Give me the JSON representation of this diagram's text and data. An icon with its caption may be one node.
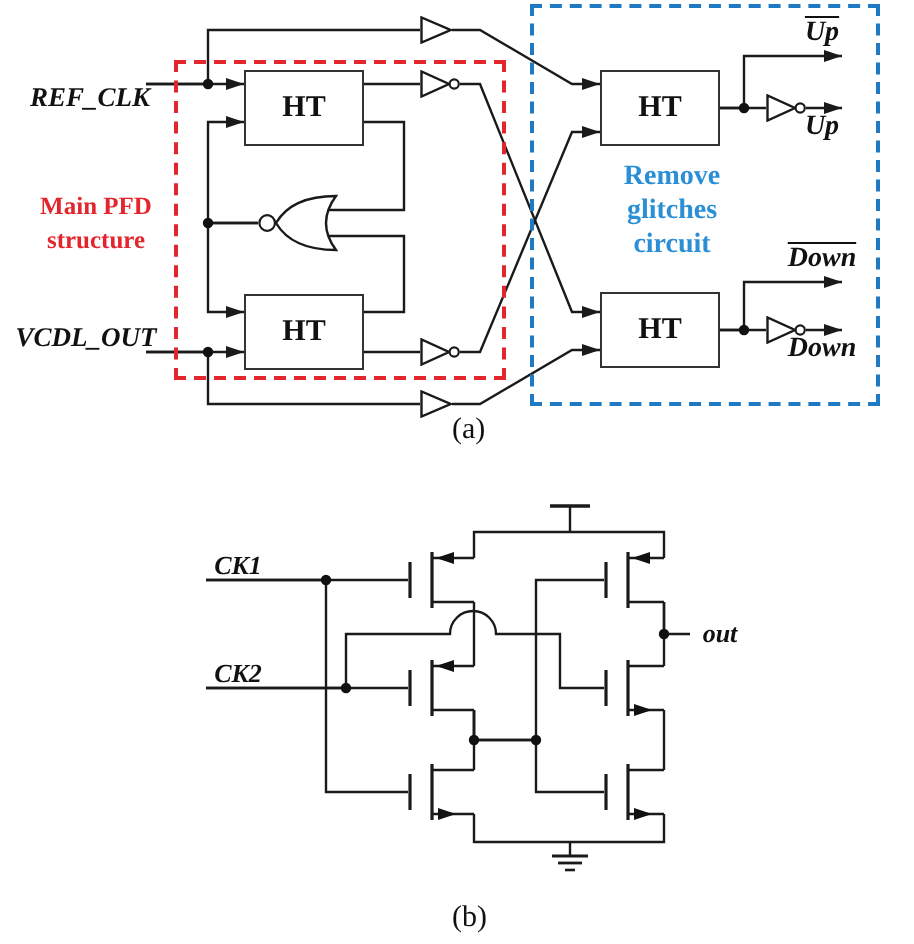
{
  "diagram": {
    "nodes": [
      {
        "text": [
          "REF_CLK"
        ]
      },
      {
        "text": [
          "VCDL_OUT"
        ]
      },
      {
        "text": [
          "Main PFD structure"
        ]
      },
      {
        "text": [
          "HT"
        ],
        "in": 2
      },
      {
        "text": [],
        "shape": "gate",
        "in": 2
      },
      {
        "text": [
          "HT"
        ],
        "in": 2
      },
      {
        "text": [],
        "shape": "triangle"
      },
      {
        "text": [],
        "shape": "triangle",
        "in": 2
      },
      {
        "text": [],
        "shape": "triangle",
        "in": 2
      },
      {
        "text": [],
        "shape": "triangle"
      },
      {
        "text": [
          "Remove glitches circuit"
        ]
      },
      {
        "text": [
          "HT"
        ],
        "in": 10
      },
      {
        "text": [
          "HT"
        ],
        "in": 10
      },
      {
        "text": [],
        "shape": "triangle",
        "in": 10
      },
      {
        "text": [],
        "shape": "triangle",
        "in": 10
      },
      {
        "text": [
          "Up"
        ],
        "in": 10
      },
      {
        "text": [
          "Up"
        ],
        "in": 10
      },
      {
        "text": [
          "Down"
        ],
        "in": 10
      },
      {
        "text": [
          "Down"
        ],
        "in": 10
      },
      {
        "text": [
          "CK1"
        ]
      },
      {
        "text": [
          "CK2"
        ]
      },
      {
        "text": [],
        "shape": "bar"
      },
      {
        "text": [],
        "shape": "transistor"
      },
      {
        "text": [],
        "shape": "transistor"
      },
      {
        "text": [],
        "shape": "transistor"
      },
      {
        "text": [],
        "shape": "transistor"
      },
      {
        "text": [],
        "shape": "transistor"
      },
      {
        "text": [],
        "shape": "transistor"
      },
      {
        "text": [
          "out"
        ]
      },
      {
        "text": [],
        "shape": "ground"
      }
    ],
    "edges": [
      {
        "from": 0,
        "to": 3,
        "arrow": "to"
      },
      {
        "from": 0,
        "to": 6,
        "arrow": "none"
      },
      {
        "from": 3,
        "to": 7,
        "arrow": "none"
      },
      {
        "from": 3,
        "to": 4,
        "arrow": "none"
      },
      {
        "from": 5,
        "to": 4,
        "arrow": "none"
      },
      {
        "from": 4,
        "to": 3,
        "arrow": "to"
      },
      {
        "from": 4,
        "to": 5,
        "arrow": "to"
      },
      {
        "from": 1,
        "to": 5,
        "arrow": "to"
      },
      {
        "from": 1,
        "to": 9,
        "arrow": "none"
      },
      {
        "from": 5,
        "to": 8,
        "arrow": "none"
      },
      {
        "from": 6,
        "to": 11,
        "arrow": "to"
      },
      {
        "from": 7,
        "to": 12,
        "arrow": "to"
      },
      {
        "from": 8,
        "to": 11,
        "arrow": "to"
      },
      {
        "from": 9,
        "to": 12,
        "arrow": "to"
      },
      {
        "from": 11,
        "to": 15,
        "arrow": "to"
      },
      {
        "from": 11,
        "to": 13,
        "arrow": "none"
      },
      {
        "from": 13,
        "to": 16,
        "arrow": "to"
      },
      {
        "from": 12,
        "to": 17,
        "arrow": "to"
      },
      {
        "from": 12,
        "to": 14,
        "arrow": "none"
      },
      {
        "from": 14,
        "to": 18,
        "arrow": "to"
      },
      {
        "from": 19,
        "to": 22,
        "arrow": "none"
      },
      {
        "from": 19,
        "to": 26,
        "arrow": "none"
      },
      {
        "from": 20,
        "to": 24,
        "arrow": "none"
      },
      {
        "from": 20,
        "to": 25,
        "arrow": "none"
      },
      {
        "from": 21,
        "to": 22,
        "arrow": "none"
      },
      {
        "from": 21,
        "to": 23,
        "arrow": "none"
      },
      {
        "from": 22,
        "to": 24,
        "arrow": "none"
      },
      {
        "from": 24,
        "to": 26,
        "arrow": "none"
      },
      {
        "from": 24,
        "to": 23,
        "arrow": "none"
      },
      {
        "from": 24,
        "to": 27,
        "arrow": "none"
      },
      {
        "from": 23,
        "to": 25,
        "arrow": "none"
      },
      {
        "from": 23,
        "to": 28,
        "arrow": "none"
      },
      {
        "from": 25,
        "to": 27,
        "arrow": "none"
      },
      {
        "from": 26,
        "to": 29,
        "arrow": "none"
      },
      {
        "from": 27,
        "to": 29,
        "arrow": "none"
      }
    ],
    "labels": [
      "(a)",
      "(b)"
    ]
  }
}
